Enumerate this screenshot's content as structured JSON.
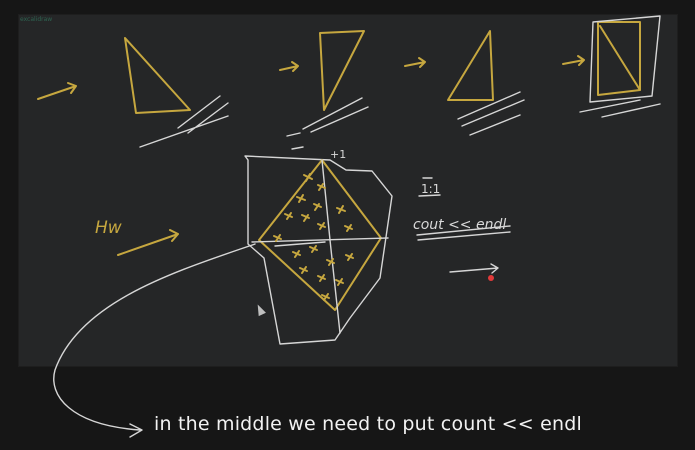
{
  "board": {
    "corner_label": "excalidraw"
  },
  "annotations": {
    "handwritten_label": "Hw",
    "plus_one_mark": "+1",
    "fraction_mark": "1:1",
    "code_note": "cout << endl"
  },
  "caption": {
    "text": "in the middle we need to put count << endl"
  },
  "colors": {
    "background": "#161616",
    "board": "#252627",
    "ink_yellow": "#c6a73f",
    "ink_white": "#d6d6d6",
    "pointer_red": "#e23a3a"
  }
}
